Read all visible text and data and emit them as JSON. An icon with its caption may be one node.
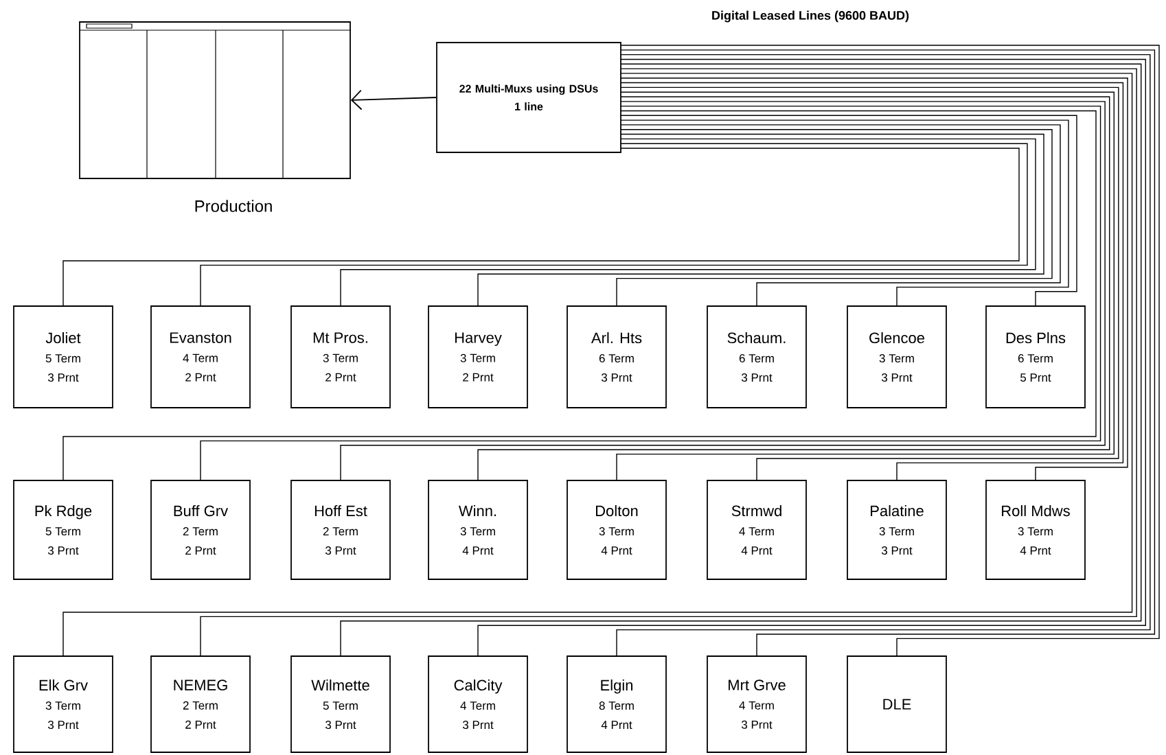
{
  "diagram": {
    "nodes": [
      {
        "text": [
          "Production"
        ]
      },
      {
        "text": [
          "22 Multi-Muxs using DSUs",
          "1 line"
        ]
      },
      {
        "text": [
          "Joliet",
          "5 Term",
          "3 Prnt"
        ]
      },
      {
        "text": [
          "Evanston",
          "4 Term",
          "2 Prnt"
        ]
      },
      {
        "text": [
          "Mt Pros.",
          "3 Term",
          "2 Prnt"
        ]
      },
      {
        "text": [
          "Harvey",
          "3 Term",
          "2 Prnt"
        ]
      },
      {
        "text": [
          "Arl. Hts",
          "6 Term",
          "3 Prnt"
        ]
      },
      {
        "text": [
          "Schaum.",
          "6 Term",
          "3 Prnt"
        ]
      },
      {
        "text": [
          "Glencoe",
          "3 Term",
          "3 Prnt"
        ]
      },
      {
        "text": [
          "Des Plns",
          "6 Term",
          "5 Prnt"
        ]
      },
      {
        "text": [
          "Pk Rdge",
          "5 Term",
          "3 Prnt"
        ]
      },
      {
        "text": [
          "Buff Grv",
          "2 Term",
          "2 Prnt"
        ]
      },
      {
        "text": [
          "Hoff Est",
          "2 Term",
          "3 Prnt"
        ]
      },
      {
        "text": [
          "Winn.",
          "3 Term",
          "4 Prnt"
        ]
      },
      {
        "text": [
          "Dolton",
          "3 Term",
          "4 Prnt"
        ]
      },
      {
        "text": [
          "Strmwd",
          "4 Term",
          "4 Prnt"
        ]
      },
      {
        "text": [
          "Palatine",
          "3 Term",
          "3 Prnt"
        ]
      },
      {
        "text": [
          "Roll Mdws",
          "3 Term",
          "4 Prnt"
        ]
      },
      {
        "text": [
          "Elk Grv",
          "3 Term",
          "3 Prnt"
        ]
      },
      {
        "text": [
          "NEMEG",
          "2 Term",
          "2 Prnt"
        ]
      },
      {
        "text": [
          "Wilmette",
          "5 Term",
          "3 Prnt"
        ]
      },
      {
        "text": [
          "CalCity",
          "4 Term",
          "3 Prnt"
        ]
      },
      {
        "text": [
          "Elgin",
          "8 Term",
          "4 Prnt"
        ]
      },
      {
        "text": [
          "Mrt Grve",
          "4 Term",
          "3 Prnt"
        ]
      },
      {
        "text": [
          "DLE"
        ]
      }
    ],
    "edges": [
      {
        "from": 1,
        "to": 0,
        "arrow": "to"
      },
      {
        "from": 1,
        "to": 2,
        "arrow": "none"
      },
      {
        "from": 1,
        "to": 3,
        "arrow": "none"
      },
      {
        "from": 1,
        "to": 4,
        "arrow": "none"
      },
      {
        "from": 1,
        "to": 5,
        "arrow": "none"
      },
      {
        "from": 1,
        "to": 6,
        "arrow": "none"
      },
      {
        "from": 1,
        "to": 7,
        "arrow": "none"
      },
      {
        "from": 1,
        "to": 8,
        "arrow": "none"
      },
      {
        "from": 1,
        "to": 9,
        "arrow": "none"
      },
      {
        "from": 1,
        "to": 10,
        "arrow": "none"
      },
      {
        "from": 1,
        "to": 11,
        "arrow": "none"
      },
      {
        "from": 1,
        "to": 12,
        "arrow": "none"
      },
      {
        "from": 1,
        "to": 13,
        "arrow": "none"
      },
      {
        "from": 1,
        "to": 14,
        "arrow": "none"
      },
      {
        "from": 1,
        "to": 15,
        "arrow": "none"
      },
      {
        "from": 1,
        "to": 16,
        "arrow": "none"
      },
      {
        "from": 1,
        "to": 17,
        "arrow": "none"
      },
      {
        "from": 1,
        "to": 18,
        "arrow": "none"
      },
      {
        "from": 1,
        "to": 19,
        "arrow": "none"
      },
      {
        "from": 1,
        "to": 20,
        "arrow": "none"
      },
      {
        "from": 1,
        "to": 21,
        "arrow": "none"
      },
      {
        "from": 1,
        "to": 22,
        "arrow": "none"
      },
      {
        "from": 1,
        "to": 23,
        "arrow": "none"
      },
      {
        "from": 1,
        "to": 24,
        "arrow": "none"
      }
    ],
    "labels": [
      "Digital Leased Lines (9600 BAUD)"
    ]
  }
}
